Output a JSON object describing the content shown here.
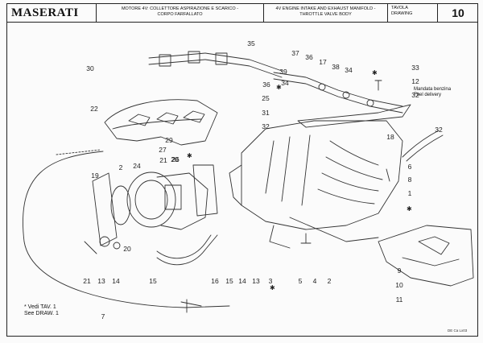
{
  "header": {
    "brand": "MASERATI",
    "title_it": "MOTORE 4V: COLLETTORE ASPIRAZIONE E SCARICO -\nCORPO FARFALLATO",
    "title_en": "4V ENGINE INTAKE AND EXHAUST MANIFOLD -\nTHROTTLE VALVE BODY",
    "drawing_label": "TAVOLA\nDRAWING",
    "drawing_number": "10"
  },
  "fuel_delivery_label": "Mandata  benzina\nFuel delivery",
  "see_note": "* Vedi TAV. 1\n  See DRAW. 1",
  "footer_code": "DE Ca   Lx03",
  "part_labels": {
    "p30a": "30",
    "p35": "35",
    "p37": "37",
    "p36a": "36",
    "p17": "17",
    "p38": "38",
    "p34a": "34",
    "p33": "33",
    "p12": "12",
    "p32a": "32",
    "p39": "39",
    "p36b": "36",
    "p25": "25",
    "p31": "31",
    "p32b": "32",
    "p34b": "34",
    "p22": "22",
    "p32c": "32",
    "p29": "29",
    "p27": "27",
    "p21": "21",
    "p26": "26",
    "p18": "18",
    "p2a": "2",
    "p24": "24",
    "p19": "19",
    "p6": "6",
    "p8": "8",
    "p1": "1",
    "p20a": "20",
    "p20b": "20",
    "p21b": "21",
    "p13a": "13",
    "p14a": "14",
    "p15a": "15",
    "p16": "16",
    "p15b": "15",
    "p14b": "14",
    "p13b": "13",
    "p3": "3",
    "p5": "5",
    "p4": "4",
    "p2b": "2",
    "p9": "9",
    "p10": "10",
    "p11": "11",
    "p7": "7"
  }
}
